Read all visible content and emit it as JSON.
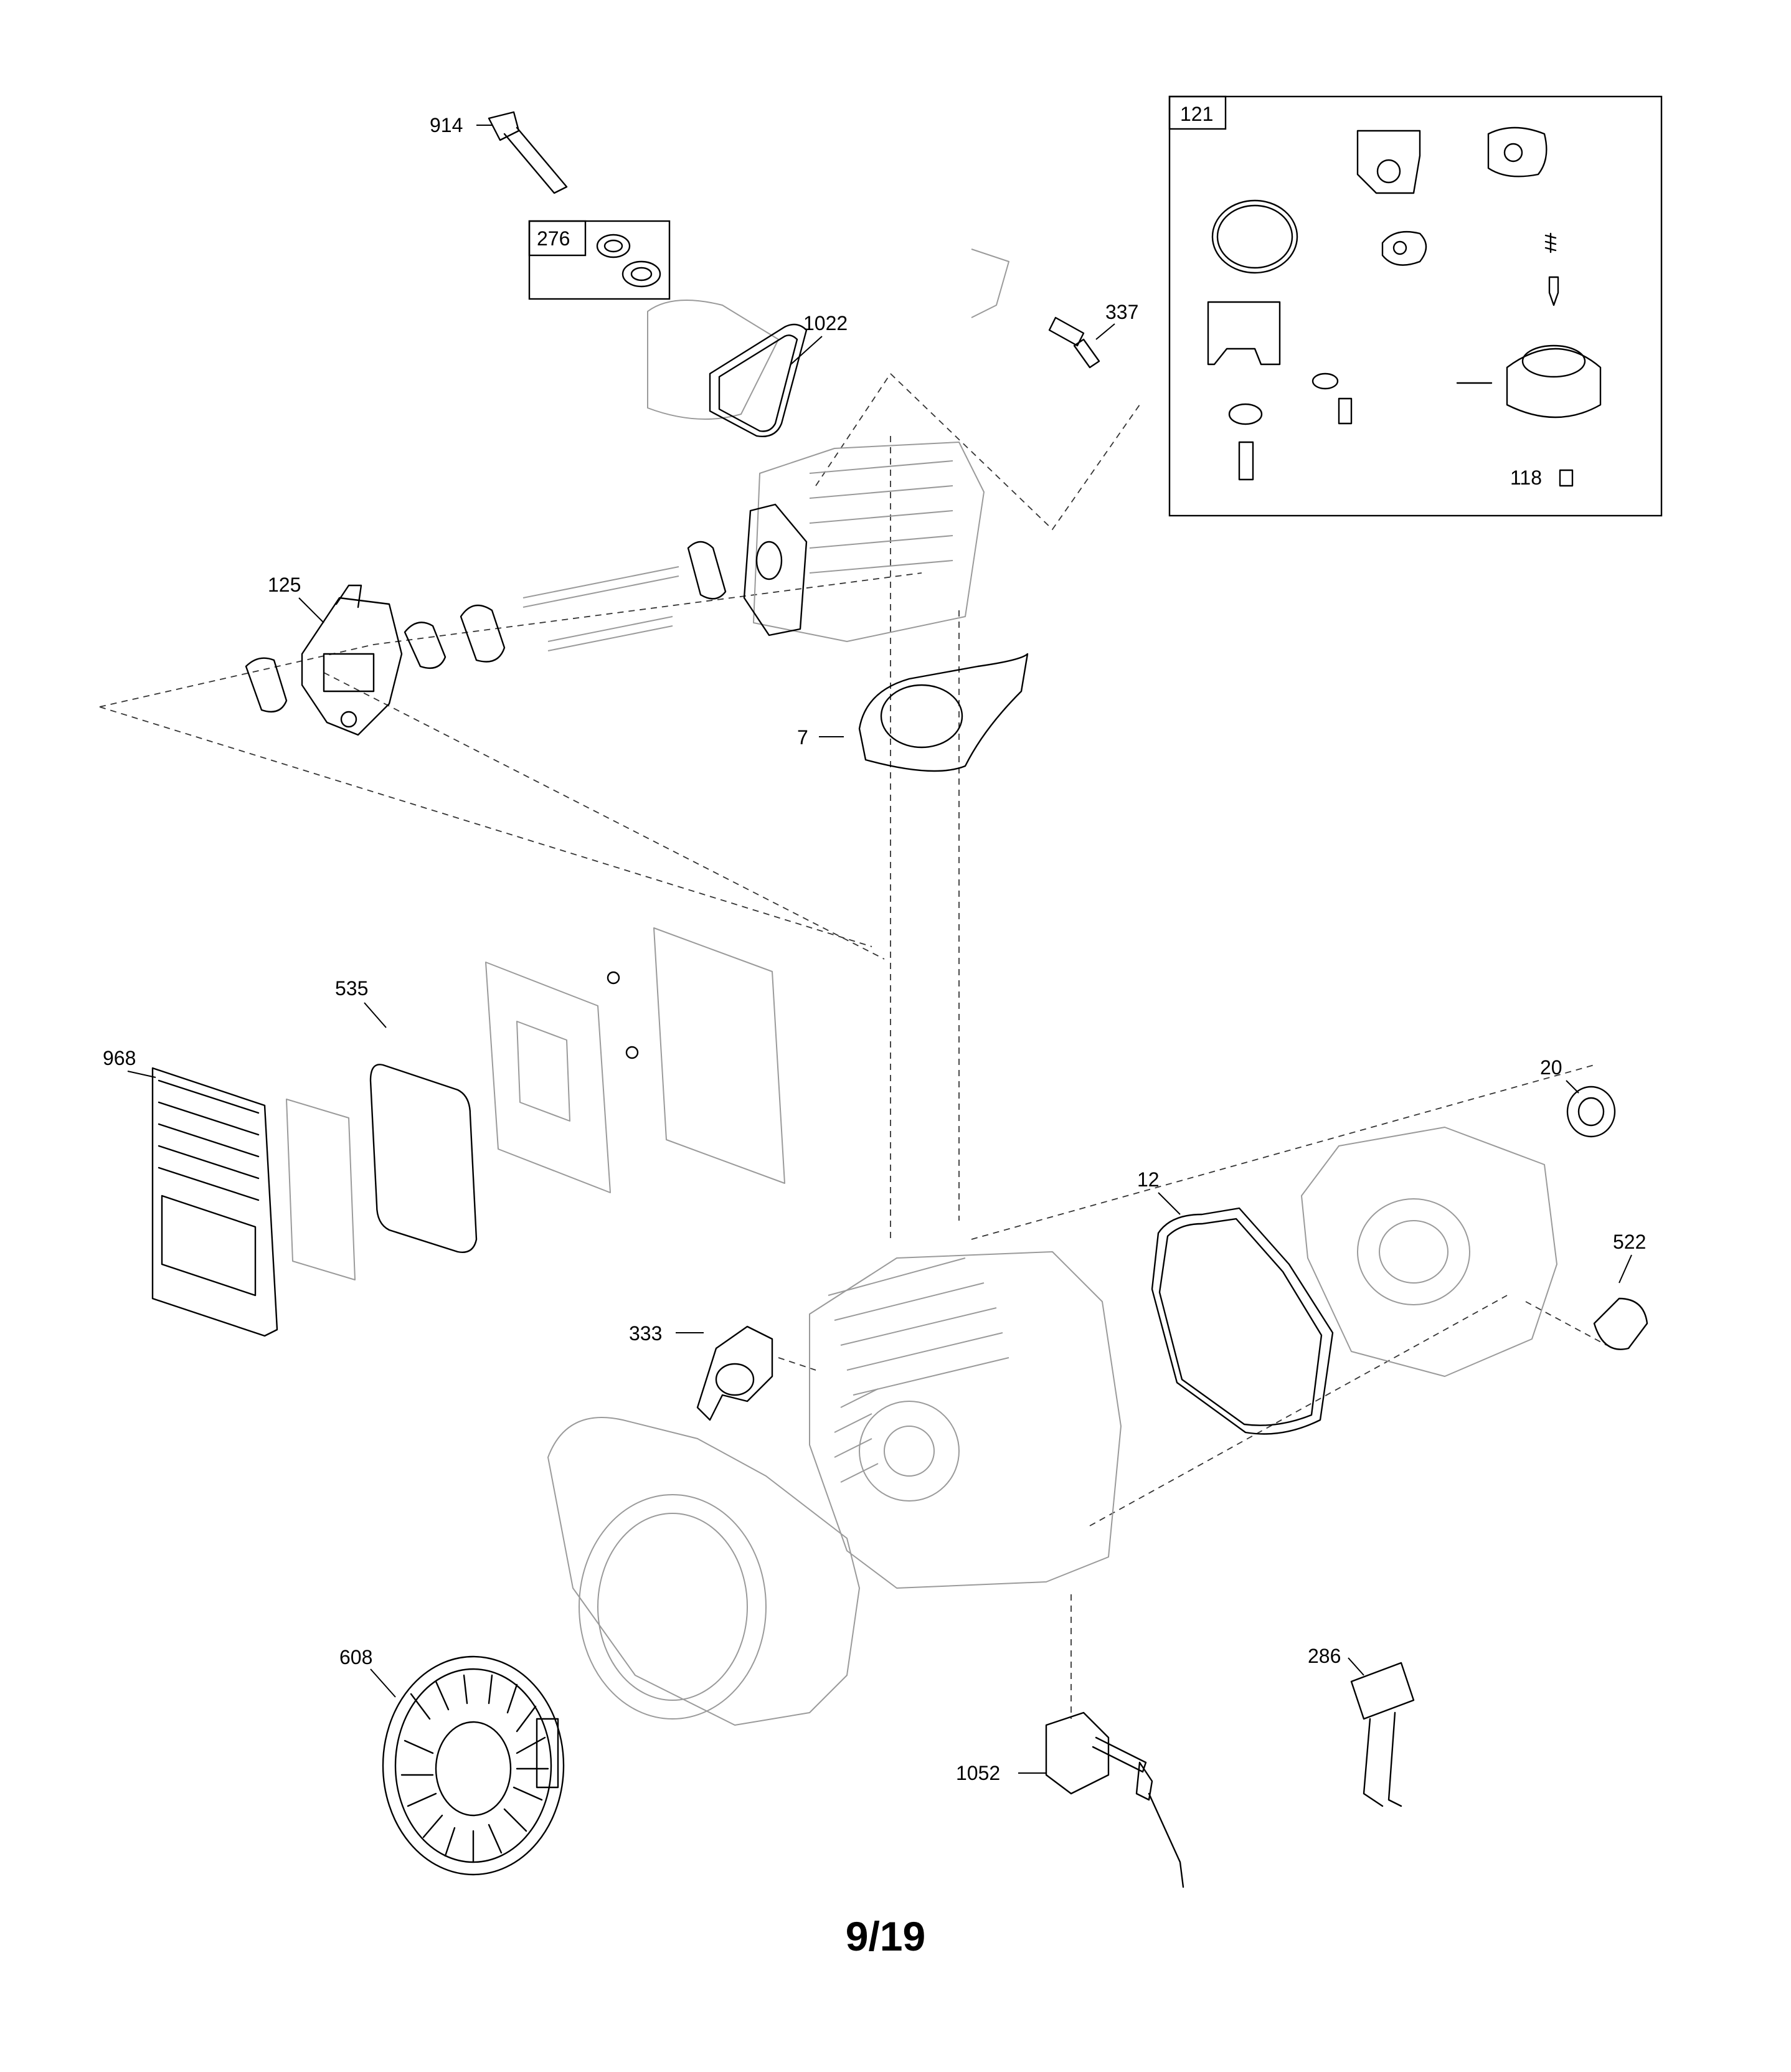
{
  "page_number": "9/19",
  "callouts": [
    {
      "id": "914",
      "label": "914"
    },
    {
      "id": "276",
      "label": "276"
    },
    {
      "id": "1022",
      "label": "1022"
    },
    {
      "id": "337",
      "label": "337"
    },
    {
      "id": "121",
      "label": "121"
    },
    {
      "id": "118",
      "label": "118"
    },
    {
      "id": "125",
      "label": "125"
    },
    {
      "id": "7",
      "label": "7"
    },
    {
      "id": "535",
      "label": "535"
    },
    {
      "id": "968",
      "label": "968"
    },
    {
      "id": "20",
      "label": "20"
    },
    {
      "id": "12",
      "label": "12"
    },
    {
      "id": "522",
      "label": "522"
    },
    {
      "id": "333",
      "label": "333"
    },
    {
      "id": "608",
      "label": "608"
    },
    {
      "id": "286",
      "label": "286"
    },
    {
      "id": "1052",
      "label": "1052"
    }
  ]
}
